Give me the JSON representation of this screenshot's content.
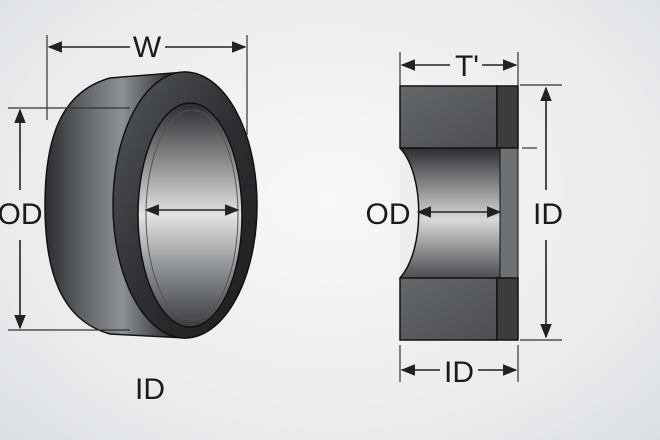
{
  "left_view": {
    "width_label": "W",
    "outer_diameter_label": "OD",
    "inner_diameter_label": "ID"
  },
  "right_view": {
    "thickness_label": "T'",
    "outer_diameter_label": "OD",
    "height_label": "ID",
    "bottom_label": "ID"
  },
  "colors": {
    "background": "#eceef0",
    "ring_dark": "#2b2d30",
    "ring_light": "#c9cbcd",
    "block": "#5a5c5f",
    "strip": "#3a3c3e"
  }
}
